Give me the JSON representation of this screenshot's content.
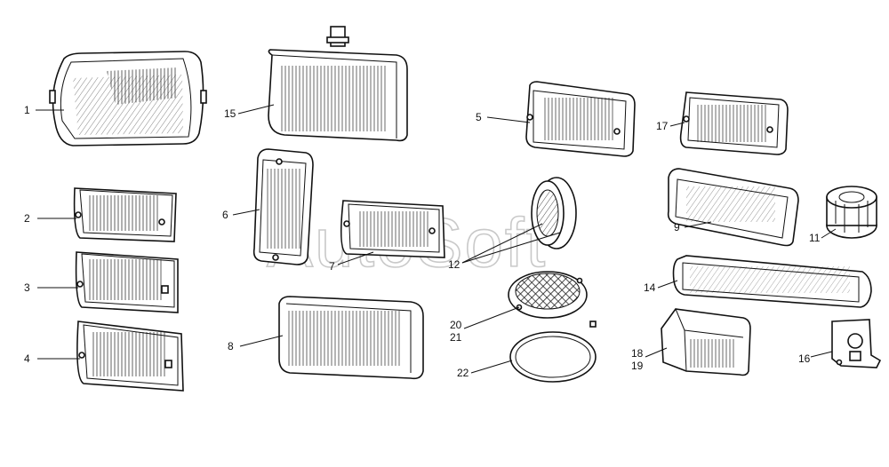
{
  "watermark": "AutoSoft",
  "labels": {
    "l1": "1",
    "l2": "2",
    "l3": "3",
    "l4": "4",
    "l5": "5",
    "l6": "6",
    "l7": "7",
    "l8": "8",
    "l9": "9",
    "l11": "11",
    "l12": "12",
    "l14": "14",
    "l15": "15",
    "l16": "16",
    "l17": "17",
    "l18": "18",
    "l19": "19",
    "l20": "20",
    "l21": "21",
    "l22": "22"
  }
}
